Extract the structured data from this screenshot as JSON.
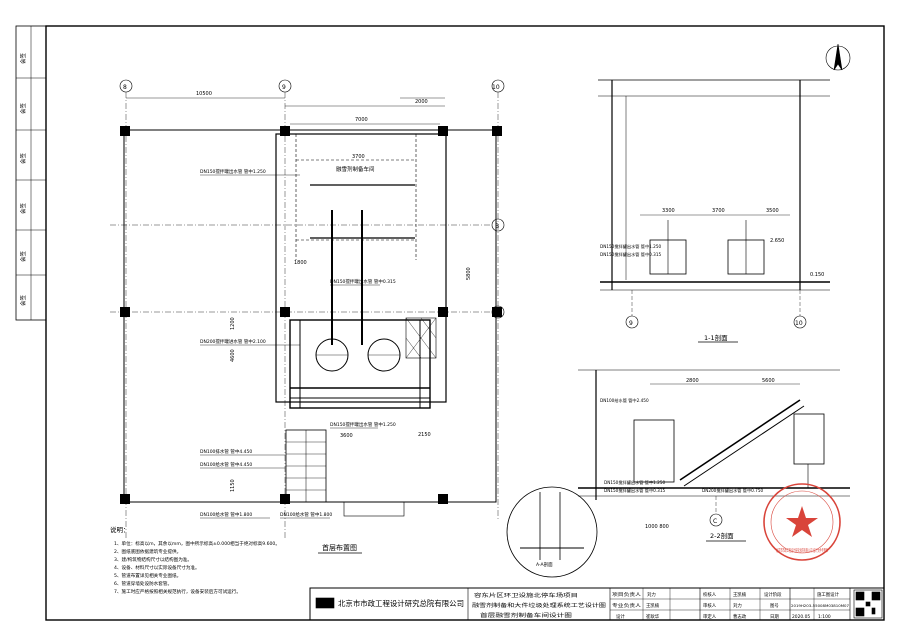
{
  "left_strip": [
    "会签",
    "会签",
    "会签",
    "会签",
    "会签",
    "会签"
  ],
  "grid_axes": {
    "col8": "8",
    "col9": "9",
    "col10": "10",
    "rowC": "C",
    "rowB": "B"
  },
  "dims": {
    "d10500": "10500",
    "d2000": "2000",
    "d7000": "7000",
    "d3700": "3700",
    "d1800": "1800",
    "d3600": "3600",
    "d5800": "5800",
    "d2150": "2150",
    "d1200": "1200",
    "d4600": "4600",
    "d1150": "1150",
    "d3300": "3300",
    "d3500": "3500",
    "d2800": "2800",
    "d5600": "5600",
    "d1000_800": "1000 800",
    "d2650": "2.650",
    "d0150": "0.150"
  },
  "room_label": "融雪剂制备车间",
  "plan_title": "首层布置图",
  "section11_title": "1-1剖面",
  "section22_title": "2-2剖面",
  "detailA_title": "A-A剖面",
  "notes_heading": "说明：",
  "notes": [
    "1、单位：标高以m，其余以mm，图中所示标高±0.000相当于绝对标高9.600。",
    "2、图纸底图依据建筑专业提供。",
    "3、建/构筑物结构尺寸以结构图为准。",
    "4、设备、材料尺寸以实际设备尺寸为准。",
    "5、管道布置详见相关专业图纸。",
    "6、管道穿墙处设防水套管。",
    "7、施工时应严格按照相关规范执行，设备安装后方可试运行。"
  ],
  "pipe_labels": [
    "DN150搅拌罐出水管 管中1.250",
    "DN150搅拌罐出水管 管中0.315",
    "DN100排水管 管中4.450",
    "DN100给水管 管中4.450",
    "DN100给水管 管中1.800",
    "DN100给水管 管中1.800",
    "DN200搅拌罐进水管 管中2.100",
    "DN150搅拌罐出水管 管中1.250",
    "DN100给水管 管中2.450",
    "DN200搅拌罐出水管 管中0.750"
  ],
  "title_block": {
    "company": "北京市市政工程设计研究总院有限公司",
    "project_line1": "容东片区环卫设施北停车场项目",
    "project_line2": "融雪剂制备和大件垃圾处理系统工艺设计图",
    "drawing_name": "首层融雪剂制备车间设计图",
    "roles": [
      "项目负责人",
      "专业负责人",
      "设计",
      "校核人",
      "审核人",
      "审定人"
    ],
    "names": [
      "刘力",
      "王凯楠",
      "崔耿华",
      "王凯楠",
      "刘力",
      "曹志政"
    ],
    "stage_label": "设计阶段",
    "stage": "施工图设计",
    "drawing_no_label": "图号",
    "drawing_no": "2019H203-55008M03810M07",
    "date_label": "日期",
    "date": "2020.05",
    "scale_label": "比例",
    "scale": "1:100"
  },
  "stamp_text": "北京市市政工程设计研究总院有限公司 设计文件专用章"
}
